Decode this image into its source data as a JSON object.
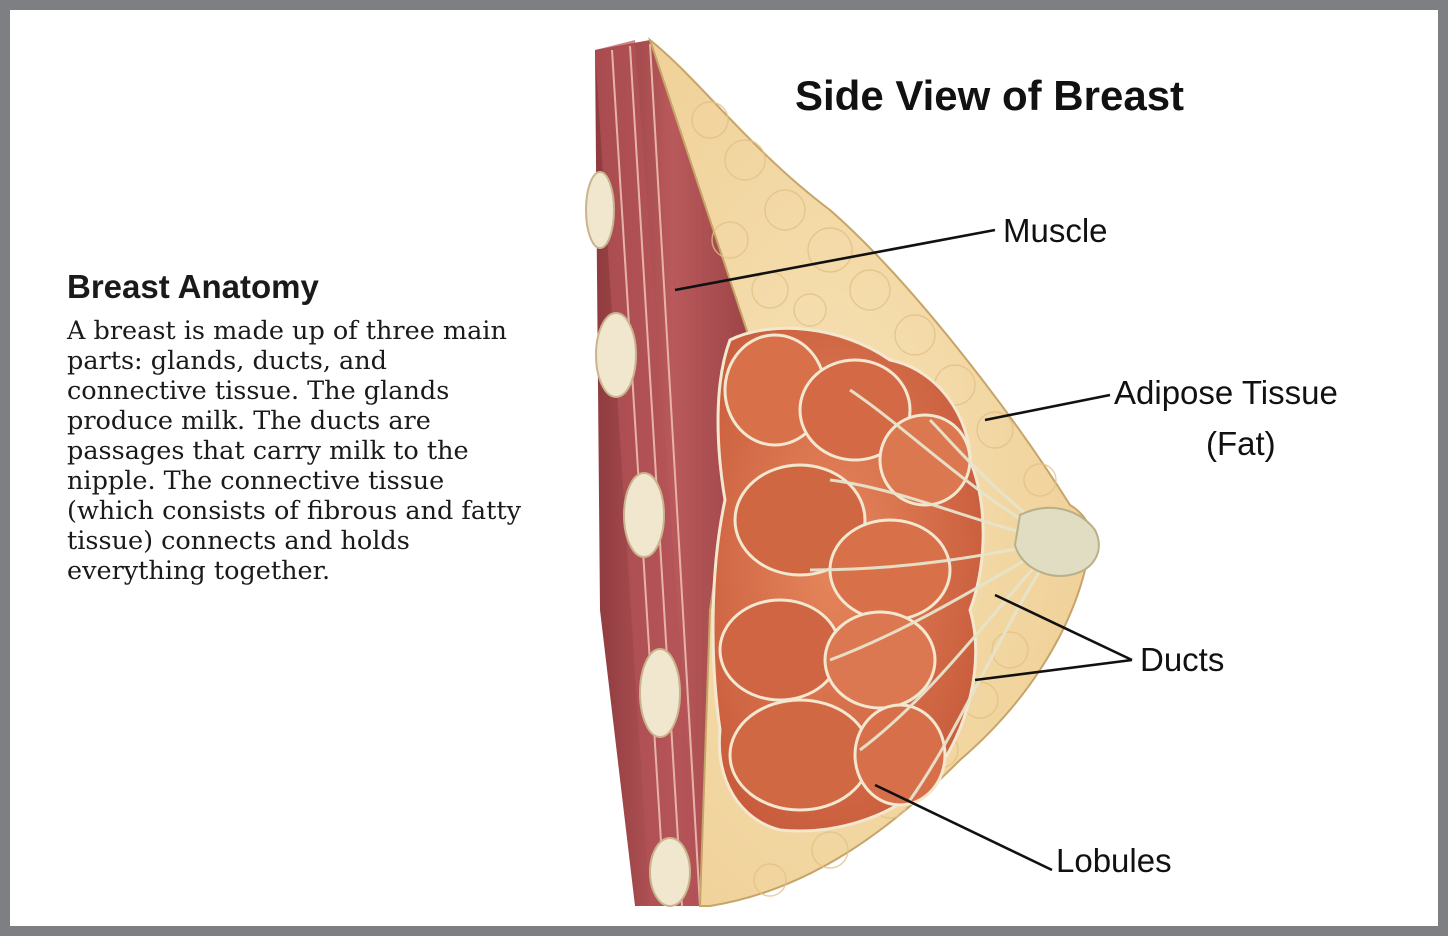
{
  "info": {
    "title": "Breast Anatomy",
    "text": "A breast is made up of three main parts: glands, ducts, and connective tissue. The glands produce milk. The ducts are passages that carry milk to the nipple. The connective tissue (which consists of fibrous and fatty tissue) connects and holds everything together."
  },
  "diagram": {
    "title": "Side View of Breast",
    "labels": {
      "muscle": "Muscle",
      "adipose_line1": "Adipose Tissue",
      "adipose_line2": "(Fat)",
      "ducts": "Ducts",
      "lobules": "Lobules"
    }
  },
  "colors": {
    "frame": "#7d7f82",
    "background": "#ffffff",
    "muscle": "#a8474a",
    "adipose": "#f3d9a6",
    "lobules": "#d9744d",
    "ducts": "#e2e0c8",
    "bone": "#f1e7cf"
  }
}
